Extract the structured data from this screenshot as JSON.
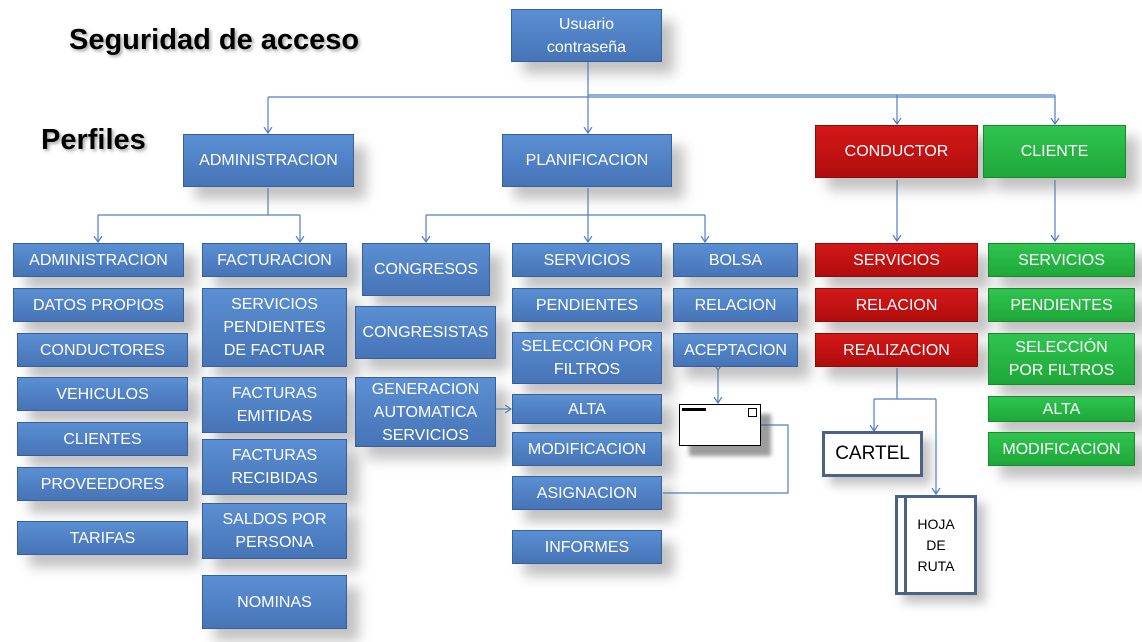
{
  "headings": {
    "security": "Seguridad de acceso",
    "profiles": "Perfiles"
  },
  "root": {
    "label": "Usuario\ncontraseña"
  },
  "profiles": [
    {
      "key": "administracion",
      "label": "ADMINISTRACION",
      "color": "#4674b7"
    },
    {
      "key": "planificacion",
      "label": "PLANIFICACION",
      "color": "#4674b7"
    },
    {
      "key": "conductor",
      "label": "CONDUCTOR",
      "color": "#c00000"
    },
    {
      "key": "cliente",
      "label": "CLIENTE",
      "color": "#22b040"
    }
  ],
  "administracion": {
    "group_a": [
      "ADMINISTRACION",
      "DATOS PROPIOS",
      "CONDUCTORES",
      "VEHICULOS",
      "CLIENTES",
      "PROVEEDORES",
      "TARIFAS"
    ],
    "group_b": [
      "FACTURACION",
      "SERVICIOS\nPENDIENTES\nDE FACTUAR",
      "FACTURAS\nEMITIDAS",
      "FACTURAS\nRECIBIDAS",
      "SALDOS POR\nPERSONA",
      "NOMINAS"
    ]
  },
  "planificacion": {
    "congresos": [
      "CONGRESOS",
      "CONGRESISTAS",
      "GENERACION\nAUTOMATICA\nSERVICIOS"
    ],
    "servicios": [
      "SERVICIOS",
      "PENDIENTES",
      "SELECCIÓN POR\nFILTROS",
      "ALTA",
      "MODIFICACION",
      "ASIGNACION",
      "INFORMES"
    ],
    "bolsa": [
      "BOLSA",
      "RELACION",
      "ACEPTACION"
    ]
  },
  "conductor": {
    "items": [
      "SERVICIOS",
      "RELACION",
      "REALIZACION"
    ],
    "outputs": {
      "cartel": "CARTEL",
      "hoja": "HOJA\nDE\nRUTA"
    }
  },
  "cliente": {
    "items": [
      "SERVICIOS",
      "PENDIENTES",
      "SELECCIÓN\nPOR FILTROS",
      "ALTA",
      "MODIFICACION"
    ]
  },
  "colors": {
    "blue": "#4674b7",
    "red": "#c00000",
    "green": "#22b040",
    "connector": "#4f7fc0"
  },
  "icons": {
    "envelope": "envelope-icon"
  }
}
